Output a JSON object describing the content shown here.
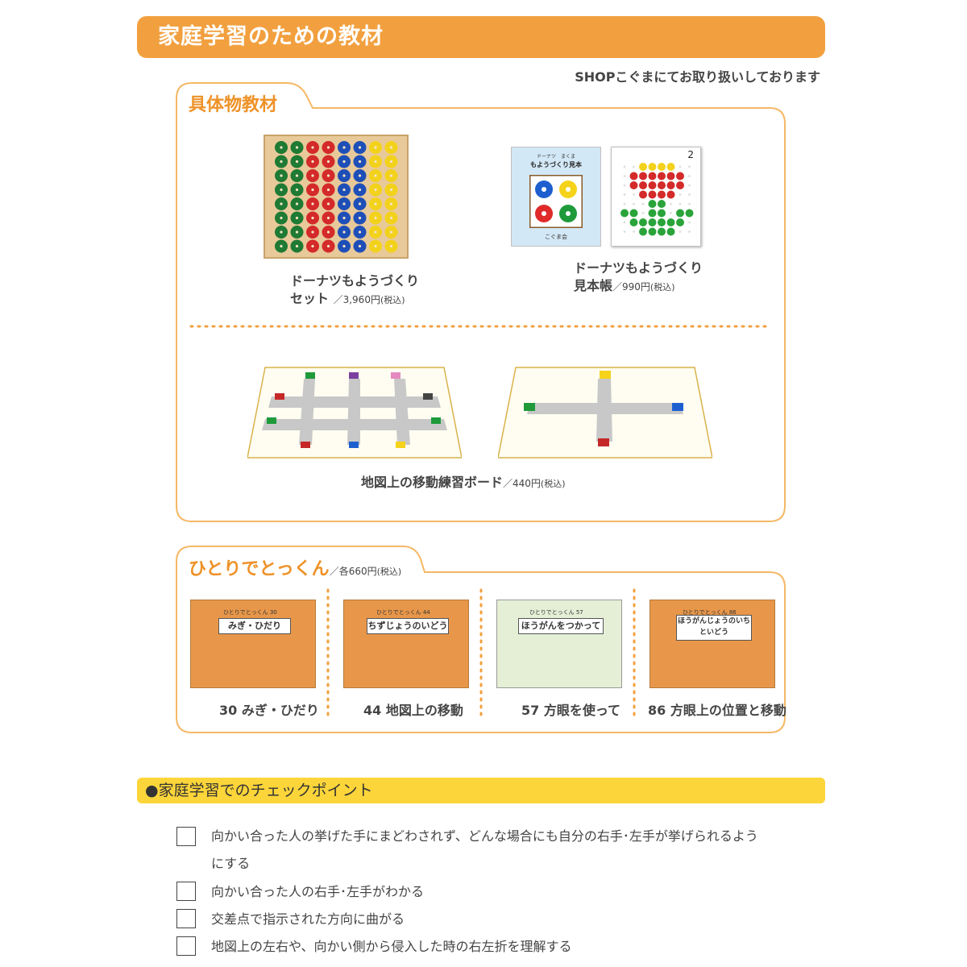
{
  "header": {
    "title": "家庭学習のための教材"
  },
  "shop_note": "SHOPこぐまにてお取り扱いしております",
  "concrete": {
    "tab_label": "具体物教材",
    "donut_set": {
      "name": "ドーナツもようづくり",
      "name2": "セット",
      "price": "／3,960円",
      "tax": "(税込)"
    },
    "pattern_book": {
      "name": "ドーナツもようづくり",
      "name2": "見本帳",
      "price": "／990円",
      "tax": "(税込)",
      "cover_small": "ドーナツ　まくま",
      "cover_title": "もようづくり見本",
      "cover_publisher": "こぐま会",
      "page_number": "2"
    },
    "map_board": {
      "name": "地図上の移動練習ボード",
      "price": "／440円",
      "tax": "(税込)"
    }
  },
  "hitori": {
    "tab_label": "ひとりでとっくん",
    "price": "／各660円",
    "tax": "(税込)",
    "series_label": "ひとりでとっくん",
    "books": [
      {
        "num": "30",
        "cover": "みぎ・ひだり",
        "caption": "30 みぎ・ひだり",
        "color": "#e8974a"
      },
      {
        "num": "44",
        "cover": "ちずじょうのいどう",
        "caption": "44 地図上の移動",
        "color": "#e8974a"
      },
      {
        "num": "57",
        "cover": "ほうがんをつかって",
        "caption": "57 方眼を使って",
        "color": "#e4efd6"
      },
      {
        "num": "86",
        "cover": "ほうがんじょうのいちといどう",
        "caption": "86 方眼上の位置と移動",
        "color": "#e8974a"
      }
    ]
  },
  "checkpoints": {
    "title": "●家庭学習でのチェックポイント",
    "items": [
      {
        "line1": "向かい合った人の挙げた手にまどわされず、どんな場合にも自分の右手･左手が挙げられるよう",
        "line2": "にする"
      },
      {
        "line1": "向かい合った人の右手･左手がわかる"
      },
      {
        "line1": "交差点で指示された方向に曲がる"
      },
      {
        "line1": "地図上の左右や、向かい側から侵入した時の右左折を理解する"
      }
    ]
  },
  "colors": {
    "orange": "#f2a03f",
    "outline": "#f5b866",
    "yellow": "#fcd53a"
  }
}
